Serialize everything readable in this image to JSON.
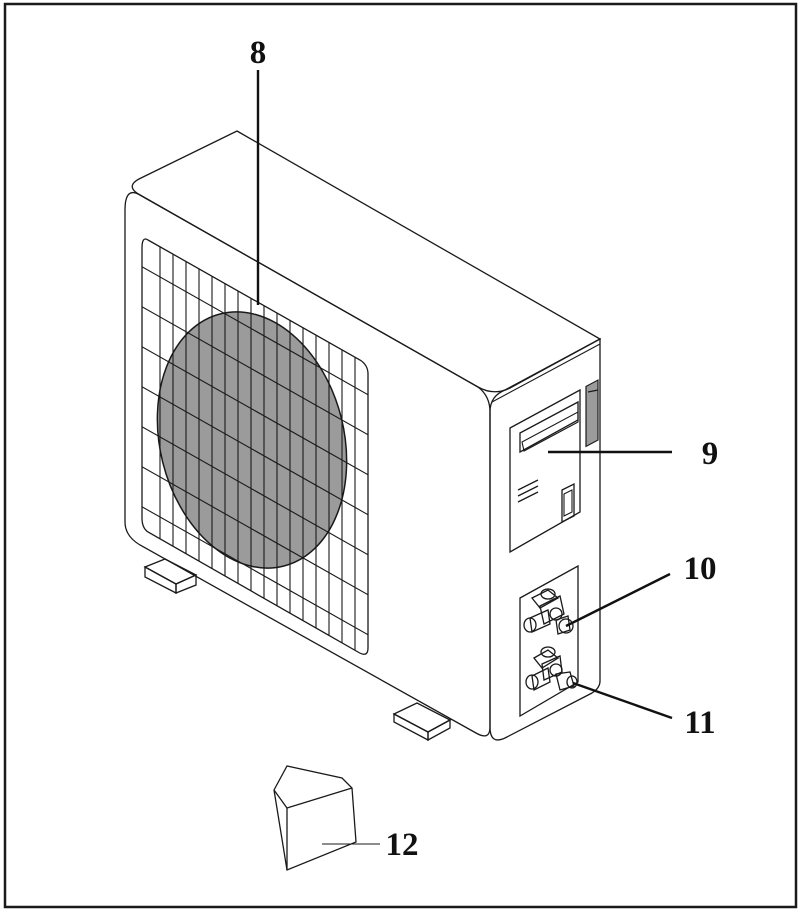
{
  "diagram": {
    "callouts": [
      {
        "id": "fan",
        "number": "8"
      },
      {
        "id": "handle",
        "number": "9"
      },
      {
        "id": "gas-valve",
        "number": "10"
      },
      {
        "id": "liquid-valve",
        "number": "11"
      },
      {
        "id": "drain-joint",
        "number": "12"
      }
    ],
    "colors": {
      "outline": "#1a1a1a",
      "fan_fill": "#9b9b9b",
      "background": "#ffffff"
    }
  }
}
